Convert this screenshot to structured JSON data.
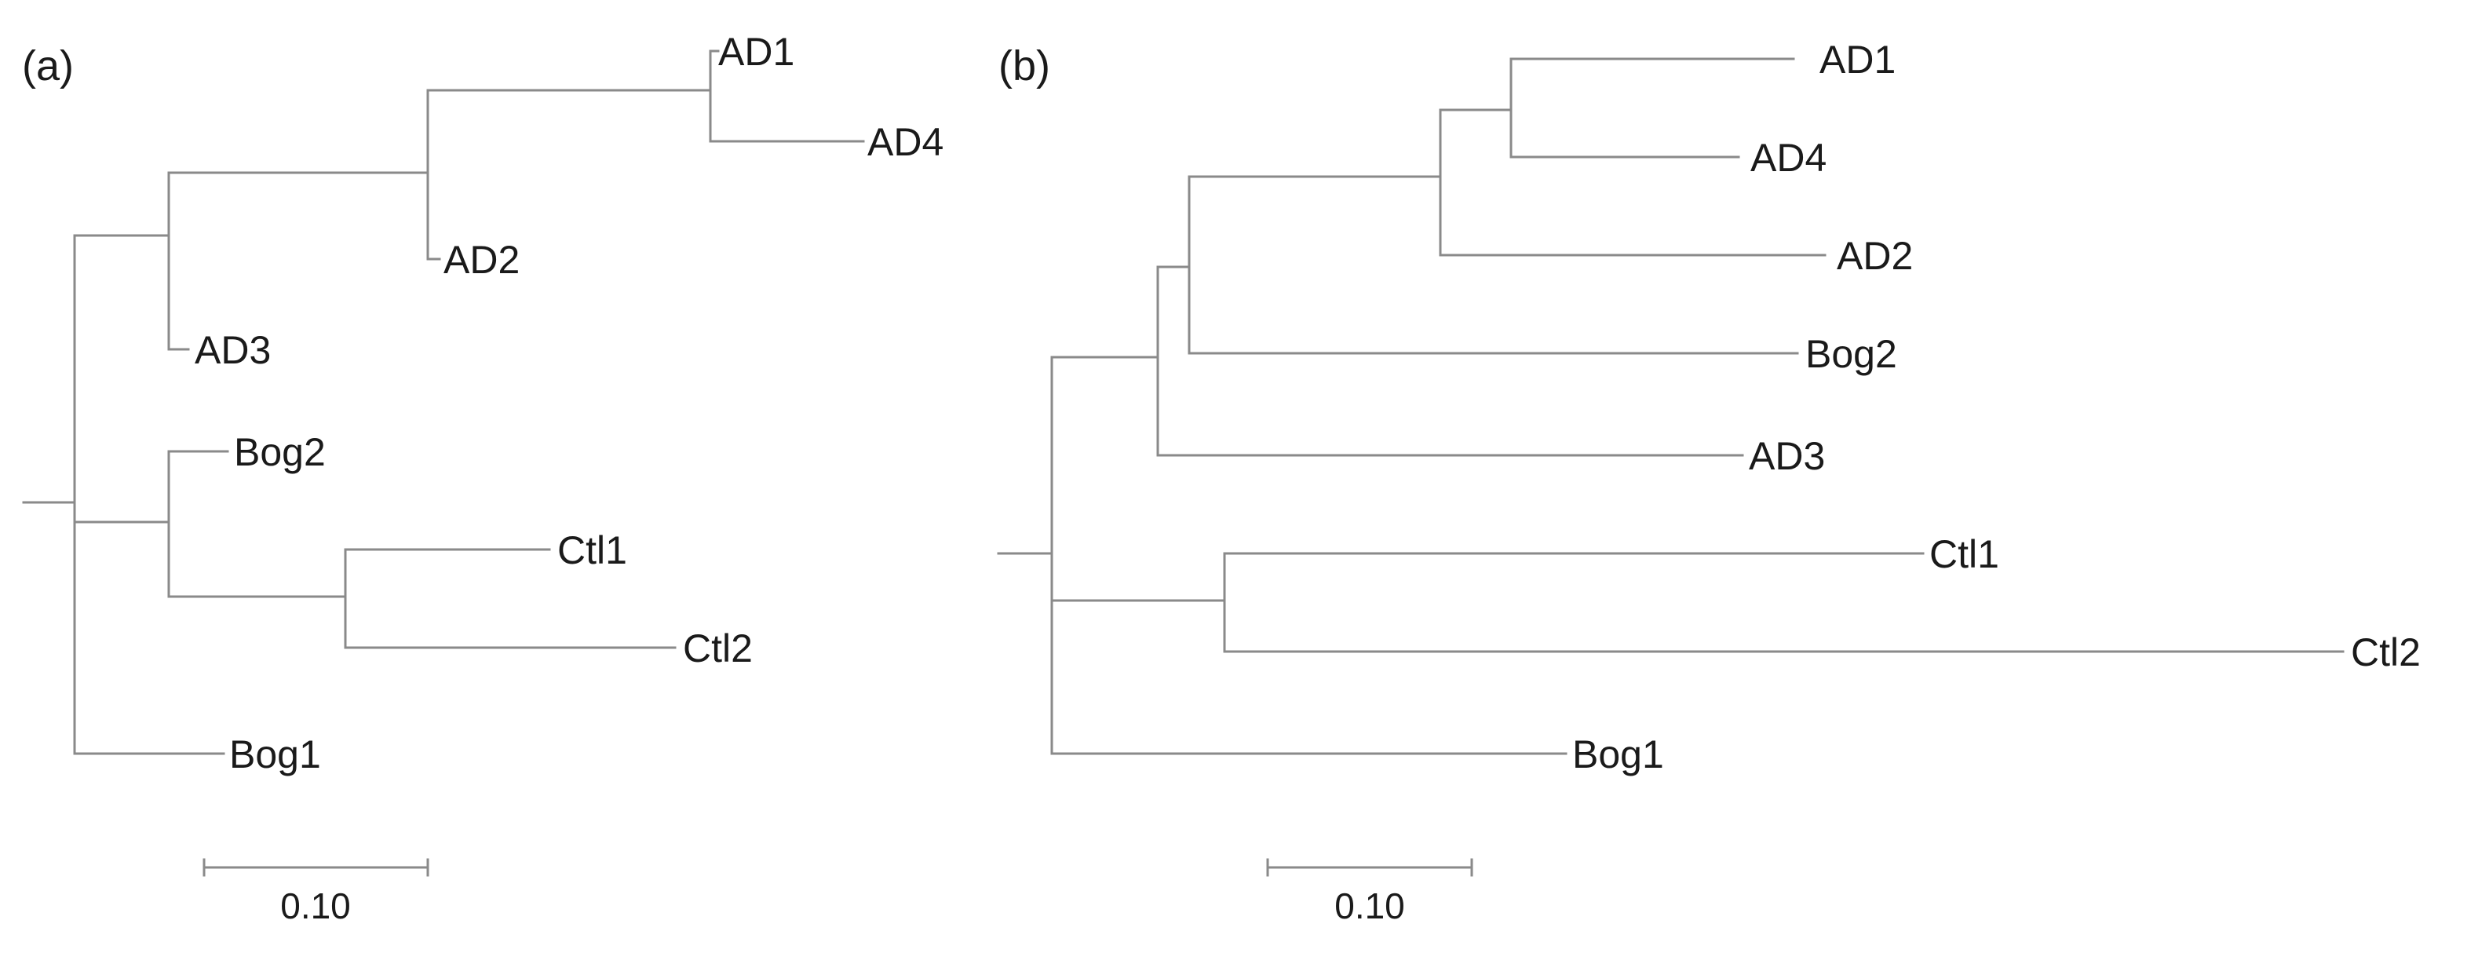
{
  "panels": [
    {
      "label": "(a)",
      "leaves": [
        "AD1",
        "AD4",
        "AD2",
        "AD3",
        "Bog2",
        "Ctl1",
        "Ctl2",
        "Bog1"
      ],
      "scale_bar": {
        "label": "0.10",
        "value": 0.1
      }
    },
    {
      "label": "(b)",
      "leaves": [
        "AD1",
        "AD4",
        "AD2",
        "Bog2",
        "AD3",
        "Ctl1",
        "Ctl2",
        "Bog1"
      ],
      "scale_bar": {
        "label": "0.10",
        "value": 0.1
      }
    }
  ],
  "colors": {
    "branch": "#8a8a8a",
    "text": "#1a1a1a",
    "background": "#ffffff"
  }
}
